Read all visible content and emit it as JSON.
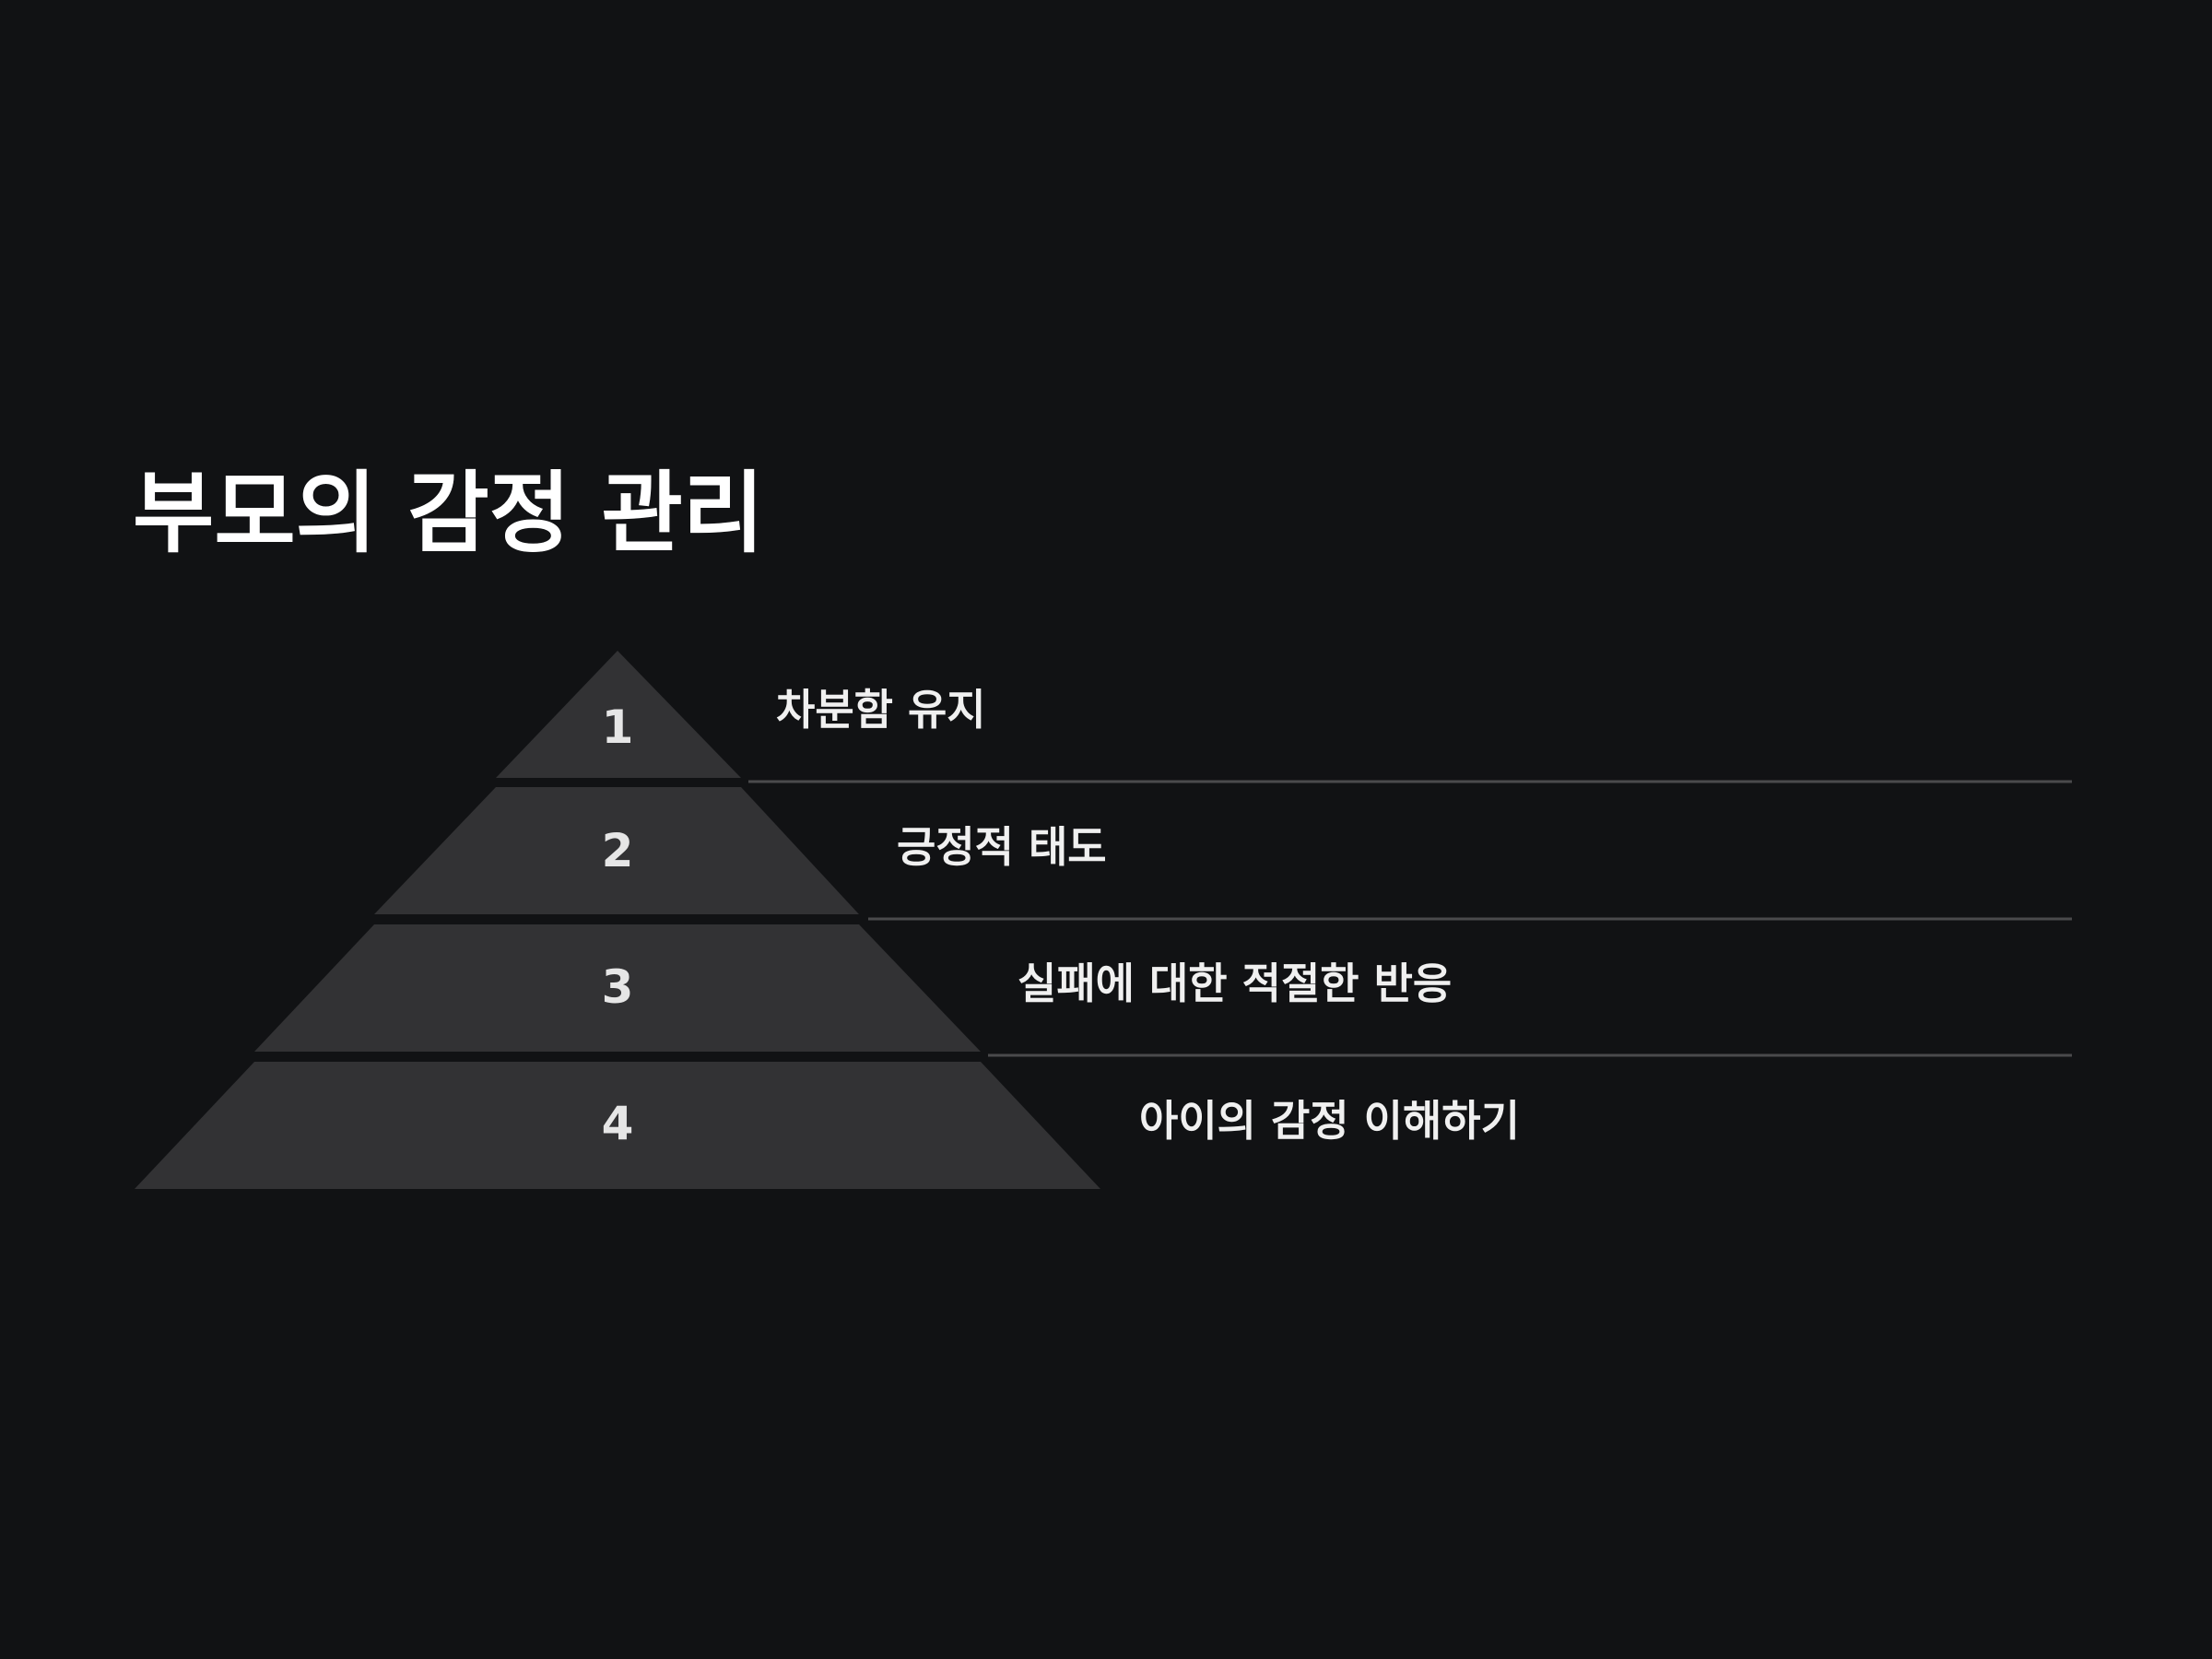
{
  "slide": {
    "title": "부모의 감정 관리"
  },
  "pyramid": {
    "levels": [
      {
        "number": "1",
        "label": "차분함 유지"
      },
      {
        "number": "2",
        "label": "긍정적 태도"
      },
      {
        "number": "3",
        "label": "실패에 대한 적절한 반응"
      },
      {
        "number": "4",
        "label": "아이의 감정 이해하기"
      }
    ]
  },
  "colors": {
    "background": "#111214",
    "segment_fill": "#323234",
    "divider_line": "#4a4a4c",
    "title_text": "#ffffff",
    "label_text": "#f0f0f0"
  }
}
